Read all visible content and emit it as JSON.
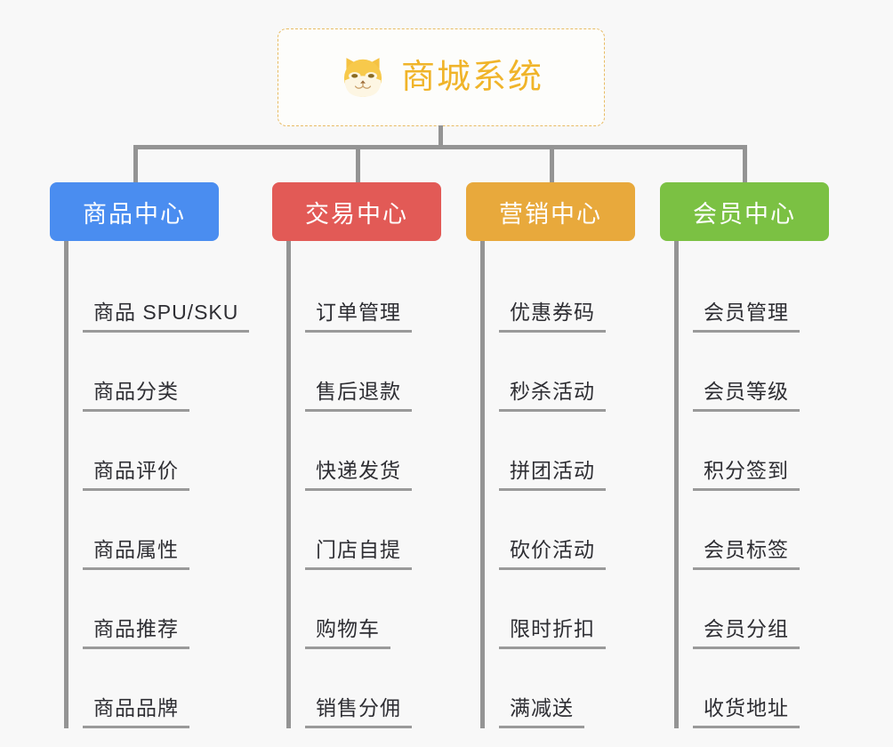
{
  "canvas": {
    "background": "#f8f8f8",
    "line_color": "#949494"
  },
  "root": {
    "title": "商城系统",
    "icon": "shiba-dog-face-icon",
    "border_color": "#e8bb63",
    "text_color": "#f0b429",
    "background": "#fdfdfb"
  },
  "branches": [
    {
      "id": "product-center",
      "label": "商品中心",
      "color": "#4a8df0",
      "items": [
        "商品 SPU/SKU",
        "商品分类",
        "商品评价",
        "商品属性",
        "商品推荐",
        "商品品牌"
      ]
    },
    {
      "id": "trade-center",
      "label": "交易中心",
      "color": "#e25a56",
      "items": [
        "订单管理",
        "售后退款",
        "快递发货",
        "门店自提",
        "购物车",
        "销售分佣"
      ]
    },
    {
      "id": "marketing-center",
      "label": "营销中心",
      "color": "#e8a93c",
      "items": [
        "优惠券码",
        "秒杀活动",
        "拼团活动",
        "砍价活动",
        "限时折扣",
        "满减送"
      ]
    },
    {
      "id": "member-center",
      "label": "会员中心",
      "color": "#7bc143",
      "items": [
        "会员管理",
        "会员等级",
        "积分签到",
        "会员标签",
        "会员分组",
        "收货地址"
      ]
    }
  ]
}
